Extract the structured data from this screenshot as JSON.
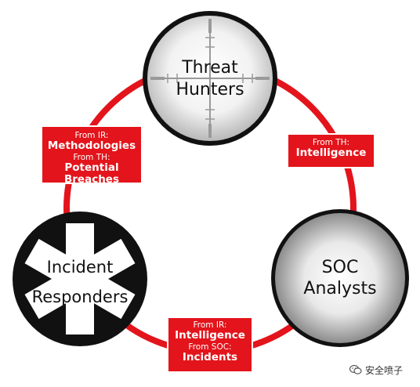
{
  "nodes": {
    "threat_hunters": {
      "line1": "Threat",
      "line2": "Hunters"
    },
    "soc_analysts": {
      "line1": "SOC",
      "line2": "Analysts"
    },
    "incident_responders": {
      "line1": "Incident",
      "line2": "Responders"
    }
  },
  "flows": {
    "left": {
      "from1": "From IR:",
      "label1": "Methodologies",
      "from2": "From TH:",
      "label2": "Potential Breaches"
    },
    "right": {
      "from1": "From TH:",
      "label1": "Intelligence"
    },
    "bottom": {
      "from1": "From IR:",
      "label1": "Intelligence",
      "from2": "From SOC:",
      "label2": "Incidents"
    }
  },
  "watermark": {
    "text": "安全喷子"
  },
  "colors": {
    "cycle_red": "#e3141b",
    "black": "#111111",
    "white": "#ffffff"
  }
}
